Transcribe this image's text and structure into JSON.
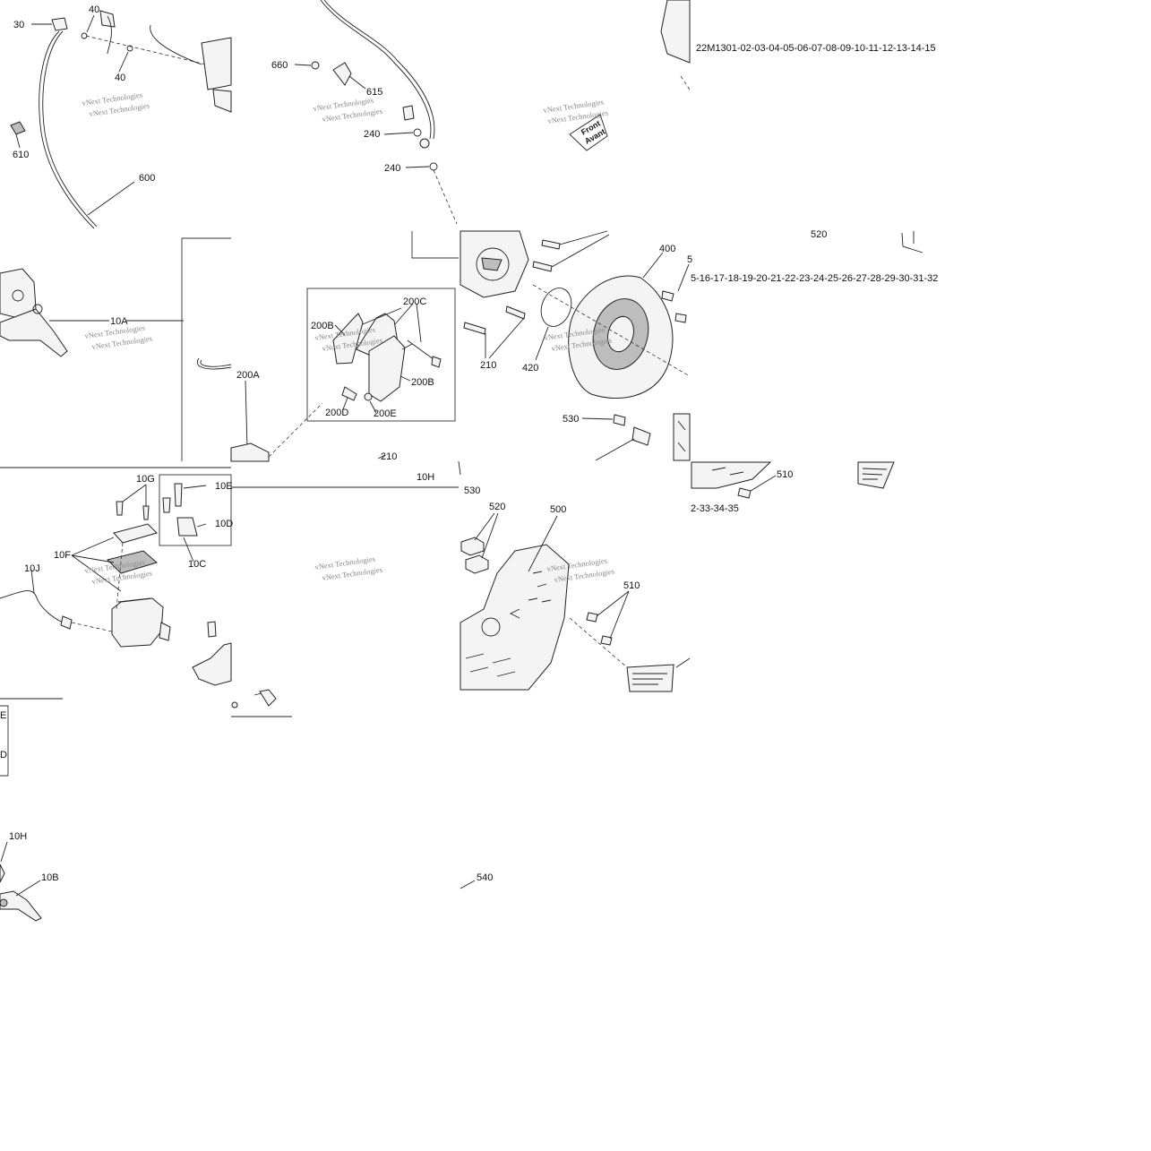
{
  "diagram": {
    "watermark": "vNext Technologies",
    "code_lines": [
      "22M1301-02-03-04-05-06-07-08-09-10-11-12-13-14-15",
      "5-16-17-18-19-20-21-22-23-24-25-26-27-28-29-30-31-32",
      "2-33-34-35"
    ],
    "direction_label": {
      "line1": "Front",
      "line2": "Avant"
    },
    "callouts": {
      "c30": "30",
      "c40a": "40",
      "c40b": "40",
      "c610": "610",
      "c600": "600",
      "c660": "660",
      "c615": "615",
      "c240a": "240",
      "c240b": "240",
      "c520a": "520",
      "c400": "400",
      "c5": "5",
      "c10a": "10A",
      "c200b1": "200B",
      "c200c": "200C",
      "c200b2": "200B",
      "c200a": "200A",
      "c200d": "200D",
      "c200e": "200E",
      "c210a": "210",
      "c420": "420",
      "c530a": "530",
      "c210b": "210",
      "c10h1": "10H",
      "c530b": "530",
      "c510a": "510",
      "c10g": "10G",
      "c10e": "10E",
      "c10d": "10D",
      "c10f": "10F",
      "c10c": "10C",
      "c10j": "10J",
      "c520b": "520",
      "c500": "500",
      "c510b": "510",
      "c10h2": "10H",
      "c10b": "10B",
      "c540": "540",
      "c_e": "E",
      "c_d": "D"
    }
  }
}
